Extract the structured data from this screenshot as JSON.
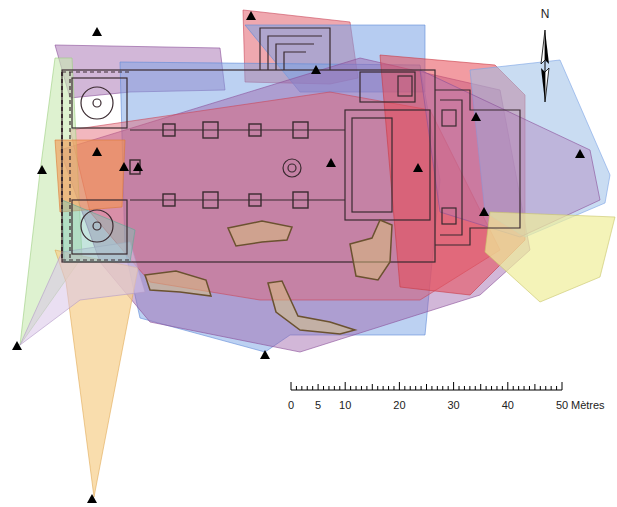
{
  "diagram": {
    "labels": [
      "N",
      "0",
      "5",
      "10",
      "20",
      "30",
      "40",
      "50",
      "Mètres"
    ]
  }
}
